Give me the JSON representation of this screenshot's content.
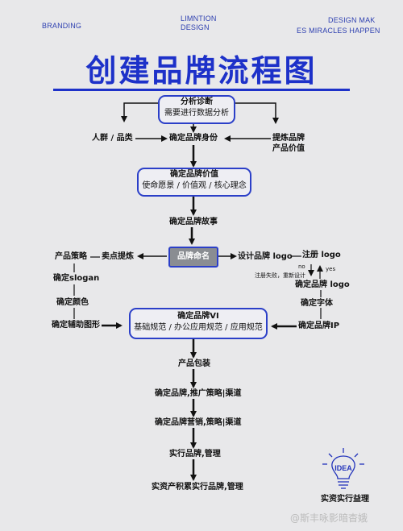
{
  "header": {
    "left": "BRANDING",
    "center_line1": "LIMNTION",
    "center_line2": "DESIGN",
    "right_line1": "DESIGN MAK",
    "right_line2": "ES MIRACLES HAPPEN"
  },
  "title": "创建品牌流程图",
  "nodes": {
    "analysis_title": "分析诊断",
    "analysis_sub": "需要进行数据分析",
    "audience": "人群 / 品类",
    "identity": "确定品牌身份",
    "refine_line1": "提炼品牌",
    "refine_line2": "产品价值",
    "value_title": "确定品牌价值",
    "value_sub": "使命愿景 / 价值观 / 核心理念",
    "story": "确定品牌故事",
    "naming": "品牌命名",
    "selling_point": "卖点提炼",
    "product_strategy": "产品策略",
    "slogan": "确定slogan",
    "color": "确定颜色",
    "aux_graphics": "确定辅助图形",
    "design_logo": "设计品牌 logo",
    "register_logo": "注册 logo",
    "no_label": "no",
    "yes_label": "yes",
    "register_fail": "注册失败，重新设计",
    "confirm_logo": "确定品牌 logo",
    "confirm_font": "确定字体",
    "confirm_ip": "确定品牌IP",
    "vi_title": "确定品牌VI",
    "vi_sub": "基础规范 / 办公应用规范 / 应用规范",
    "packaging": "产品包装",
    "promo": "确定品牌,推广策略|渠道",
    "marketing": "确定品牌营销,策略|渠道",
    "execute": "实行品牌,管理",
    "accumulate": "实资产积累实行品牌,管理",
    "idea_label": "IDEA",
    "idea_caption": "实资实行益理",
    "watermark": "@斯丰咏影暗杳娥"
  }
}
